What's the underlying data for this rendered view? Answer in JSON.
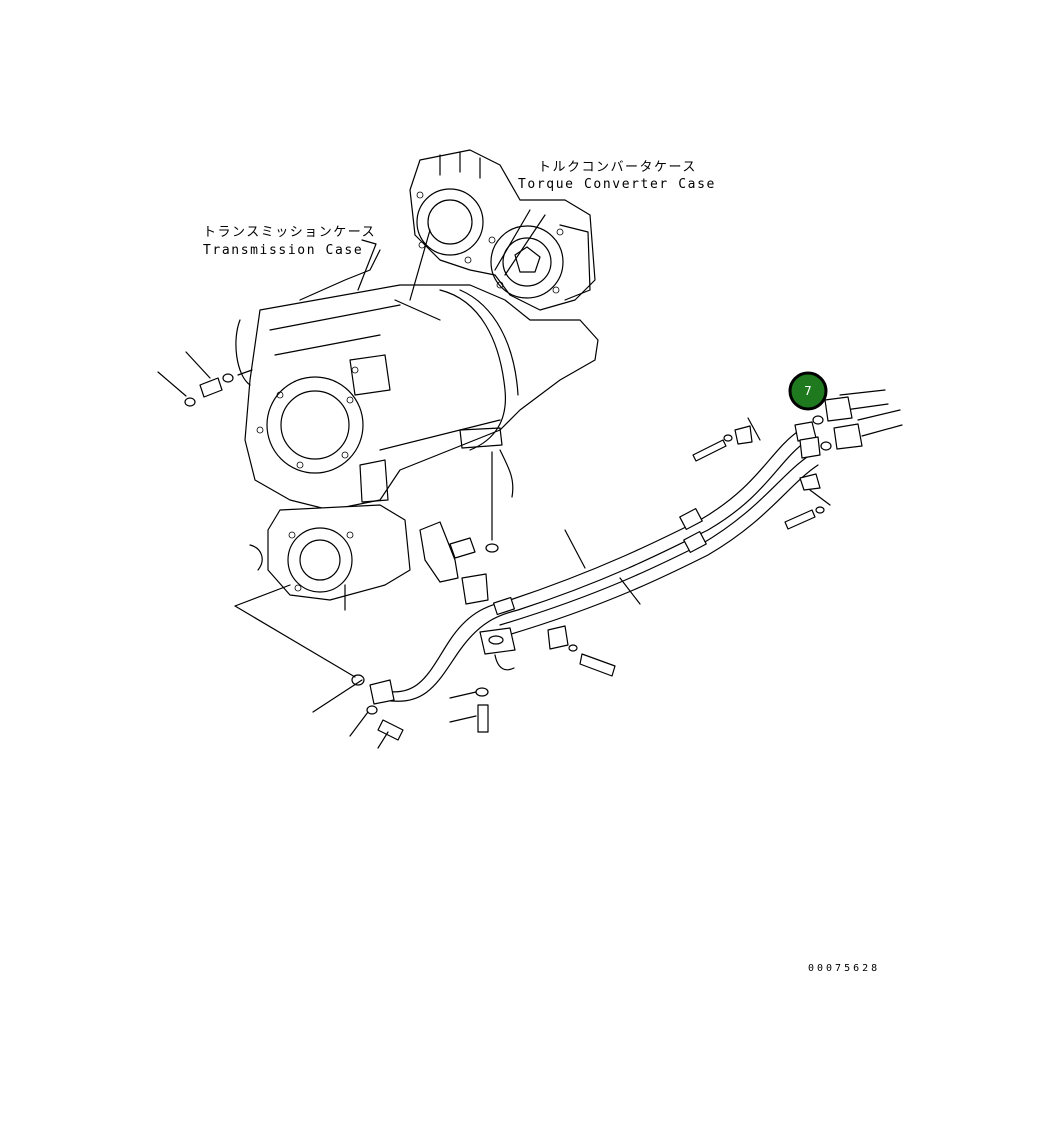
{
  "labels": {
    "torque_converter_jp": "トルクコンバータケース",
    "torque_converter_en": "Torque Converter Case",
    "transmission_jp": "トランスミッションケース",
    "transmission_en": "Transmission Case"
  },
  "callouts": [
    {
      "number": "7",
      "color": "#1f7a1f"
    }
  ],
  "document_number": "00075628"
}
